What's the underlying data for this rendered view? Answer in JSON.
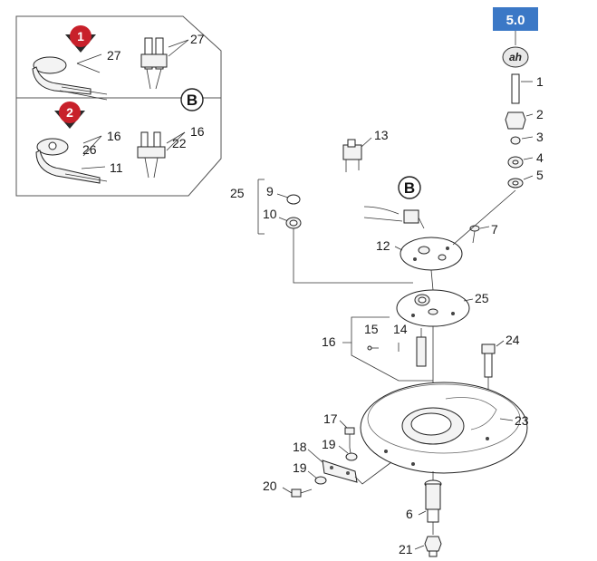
{
  "version_badge": {
    "text": "5.0",
    "color": "#3b78c6"
  },
  "ah_tag": "ah",
  "kit_box": {
    "step1": "1",
    "step2": "2",
    "step_color": "#c8202a",
    "b_marker": "B",
    "labels": {
      "r1_left": "27",
      "r1_right": "27",
      "r2_16a": "16",
      "r2_26": "26",
      "r2_11": "11",
      "r2_22": "22",
      "r2_16b": "16"
    }
  },
  "b_marker_main": "B",
  "parts": {
    "p1": "1",
    "p2": "2",
    "p3": "3",
    "p4": "4",
    "p5": "5",
    "p6": "6",
    "p7": "7",
    "p9": "9",
    "p10": "10",
    "p11": "11",
    "p12": "12",
    "p13": "13",
    "p14": "14",
    "p15": "15",
    "p16": "16",
    "p17": "17",
    "p18": "18",
    "p19a": "19",
    "p19b": "19",
    "p20": "20",
    "p21": "21",
    "p23": "23",
    "p24": "24",
    "p25a": "25",
    "p25b": "25"
  }
}
